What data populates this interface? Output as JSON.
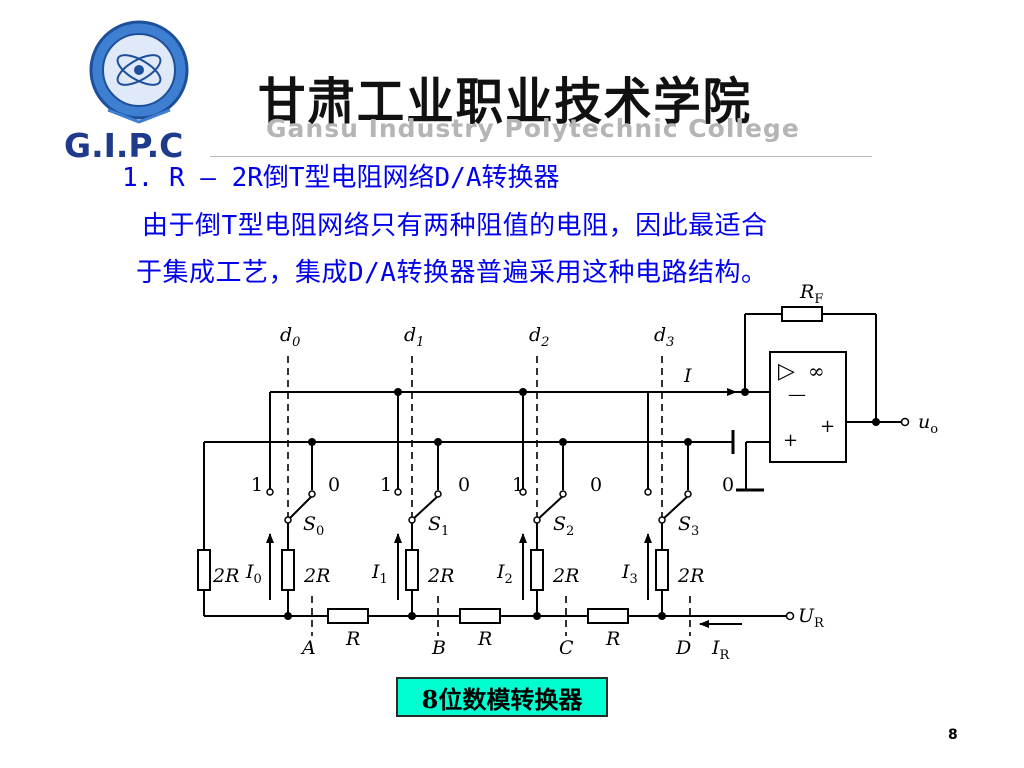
{
  "header": {
    "logo_text": "G.I.P.C",
    "college_name_cn": "甘肃工业职业技术学院",
    "college_name_en": "Gansu Industry Polytechnic College"
  },
  "slide": {
    "heading": "1. R – 2R倒T型电阻网络D/A转换器",
    "paragraph_line1": "由于倒T型电阻网络只有两种阻值的电阻，因此最适合",
    "paragraph_line2": "于集成工艺，集成D/A转换器普遍采用这种电路结构。",
    "caption": "8位数模转换器",
    "page_number": "8"
  },
  "circuit": {
    "digit_prefix": "d",
    "digit_indices": [
      "0",
      "1",
      "2",
      "3"
    ],
    "switch_prefix": "S",
    "current_prefix": "I",
    "switch_position_one": "1",
    "switch_position_zero": "0",
    "resistor_2r": "2R",
    "resistor_r": "R",
    "nodes": [
      "A",
      "B",
      "C",
      "D"
    ],
    "feedback_label_main": "R",
    "feedback_label_sub": "F",
    "current_label": "I",
    "output_label_main": "u",
    "output_label_sub": "o",
    "ref_voltage_main": "U",
    "ref_voltage_sub": "R",
    "ref_current_main": "I",
    "ref_current_sub": "R",
    "opamp_symbol": "▷",
    "opamp_infinity": "∞",
    "opamp_minus": "—",
    "opamp_plus": "+"
  },
  "colors": {
    "text_blue": "#0000ee",
    "caption_bg": "#00ffd0",
    "logo_blue": "#1e3a8a"
  }
}
